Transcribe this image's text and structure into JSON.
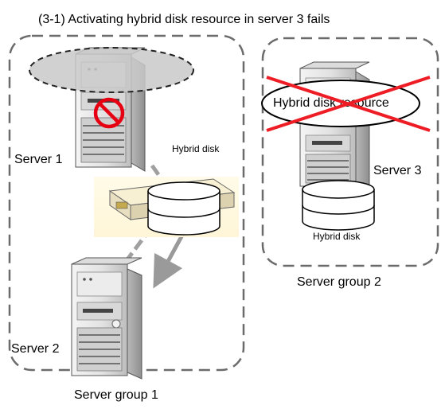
{
  "diagram": {
    "title": "(3-1) Activating hybrid disk resource in server 3 fails",
    "group1": {
      "label": "Server group 1",
      "server1": "Server 1",
      "server2": "Server 2",
      "disk_label": "Hybrid disk"
    },
    "group2": {
      "label": "Server group 2",
      "server3": "Server 3",
      "resource_label": "Hybrid disk resource",
      "disk_label": "Hybrid disk"
    }
  }
}
